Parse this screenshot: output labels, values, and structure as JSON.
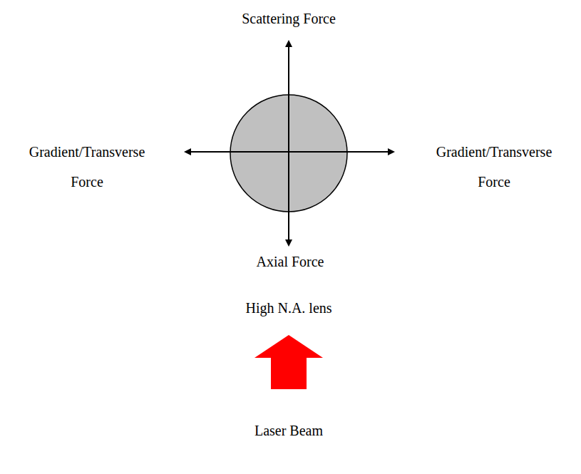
{
  "diagram": {
    "nodes": [
      {
        "text": [
          "Scattering Force"
        ]
      },
      {
        "text": [
          "Axial Force"
        ]
      },
      {
        "text": [
          "High N.A. lens"
        ]
      }
    ],
    "labels": [
      "Gradient/Transverse Force",
      "Gradient/Transverse Force",
      "Laser Beam"
    ]
  }
}
